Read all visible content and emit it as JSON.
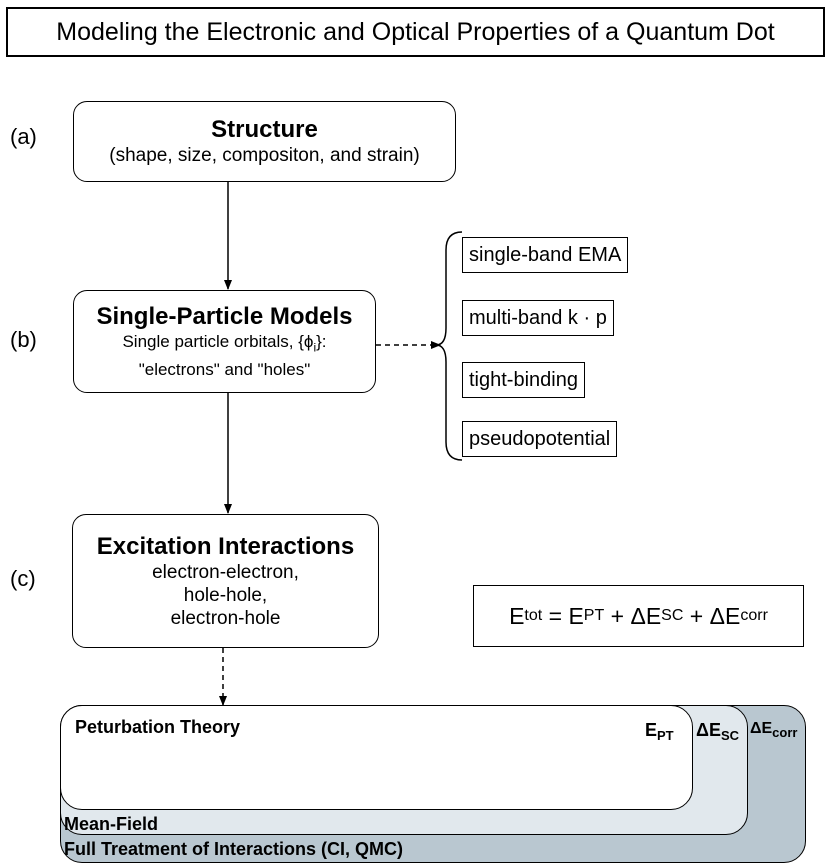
{
  "title": "Modeling the Electronic and Optical Properties of a Quantum Dot",
  "steps": {
    "a": {
      "label": "(a)",
      "heading": "Structure",
      "detail": "(shape, size, compositon, and strain)"
    },
    "b": {
      "label": "(b)",
      "heading": "Single-Particle Models",
      "detail_prefix": "Single particle orbitals, {",
      "detail_phi": "ϕ",
      "detail_index": "i",
      "detail_suffix": "}:",
      "detail_line2": "\"electrons\" and \"holes\""
    },
    "c": {
      "label": "(c)",
      "heading": "Excitation Interactions",
      "line1": "electron-electron,",
      "line2": "hole-hole,",
      "line3": "electron-hole"
    }
  },
  "models": [
    "single-band EMA",
    "multi-band k · p",
    "tight-binding",
    "pseudopotential"
  ],
  "equation": {
    "lhs": "E",
    "lhs_sub": "tot",
    "eq": " = ",
    "t1": "E",
    "t1_sub": "PT",
    "plus1": " + ",
    "t2": "ΔE",
    "t2_sub": "SC",
    "plus2": " + ",
    "t3": "ΔE",
    "t3_sub": "corr"
  },
  "layers": {
    "perturbation": "Peturbation Theory",
    "mean_field": "Mean-Field",
    "full": "Full Treatment of Interactions (CI, QMC)",
    "e_pt": "E",
    "e_pt_sub": "PT",
    "de_sc": "ΔE",
    "de_sc_sub": "SC",
    "de_corr": "ΔE",
    "de_corr_sub": "corr"
  },
  "colors": {
    "mean_field_fill": "#e1e8ed",
    "full_fill": "#b9c7d0",
    "line": "#000000"
  }
}
